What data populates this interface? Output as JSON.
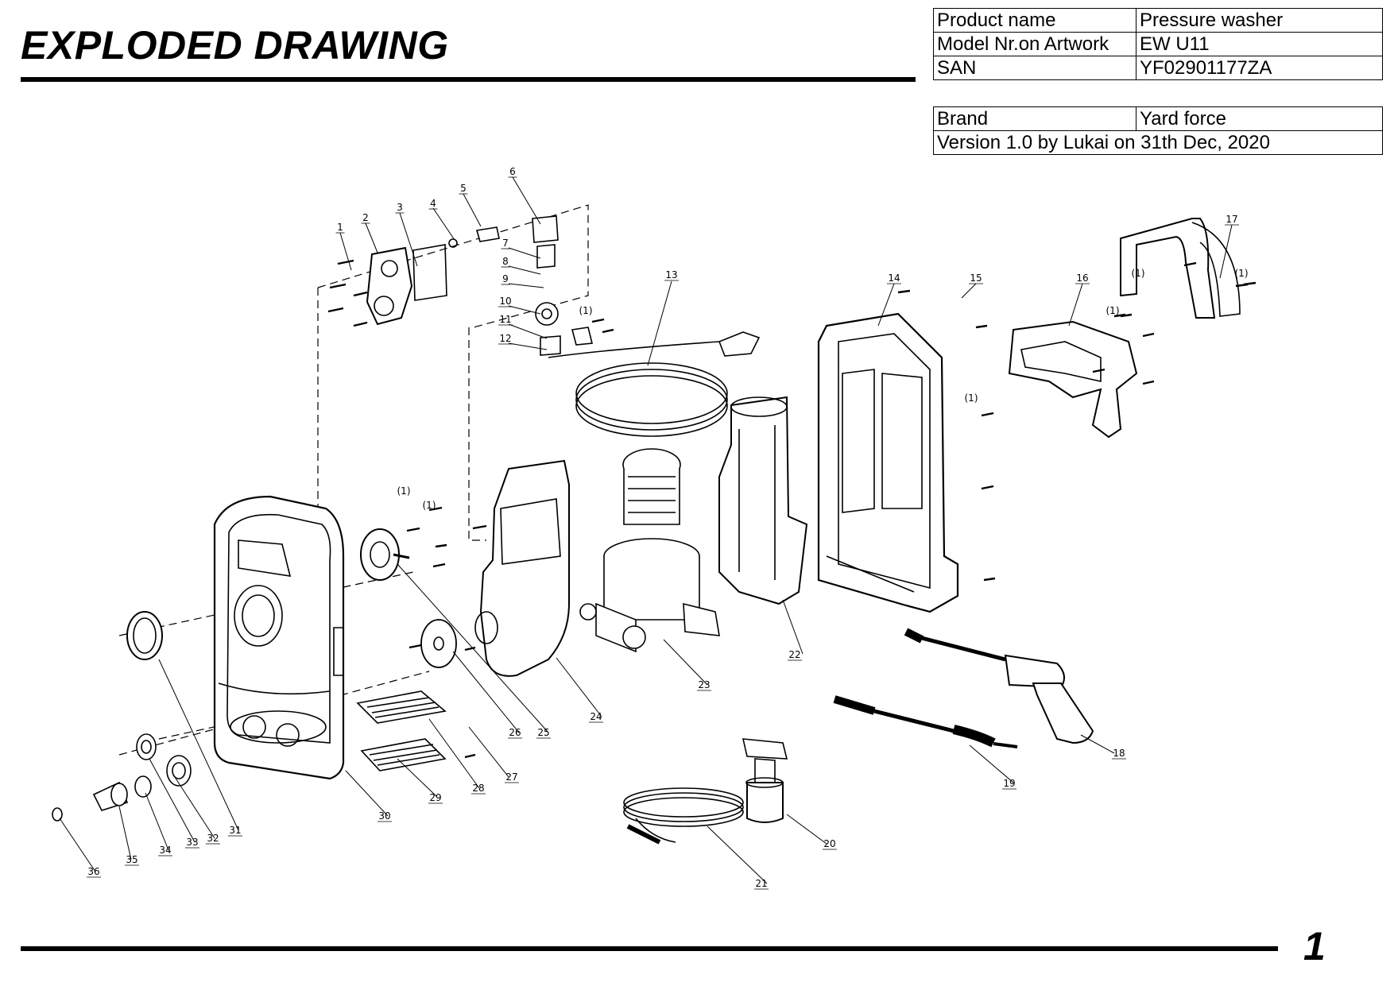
{
  "title": "EXPLODED DRAWING",
  "info_table_1": [
    {
      "label": "Product name",
      "value": "Pressure washer"
    },
    {
      "label": "Model Nr.on Artwork",
      "value": "EW U11"
    },
    {
      "label": "SAN",
      "value": "YF02901177ZA"
    }
  ],
  "info_table_2": {
    "brand_label": "Brand",
    "brand_value": "Yard force",
    "version": "Version 1.0 by Lukai on 31th Dec, 2020"
  },
  "page_number": "1",
  "callouts": [
    "1",
    "2",
    "3",
    "4",
    "5",
    "6",
    "7",
    "8",
    "9",
    "10",
    "11",
    "12",
    "13",
    "14",
    "15",
    "16",
    "17",
    "18",
    "19",
    "20",
    "21",
    "22",
    "23",
    "24",
    "25",
    "26",
    "27",
    "28",
    "29",
    "30",
    "31",
    "32",
    "33",
    "34",
    "35",
    "36"
  ],
  "qty_marks": [
    "(1)",
    "(1)",
    "(1)",
    "(1)",
    "(1)",
    "(1)",
    "(1)"
  ]
}
